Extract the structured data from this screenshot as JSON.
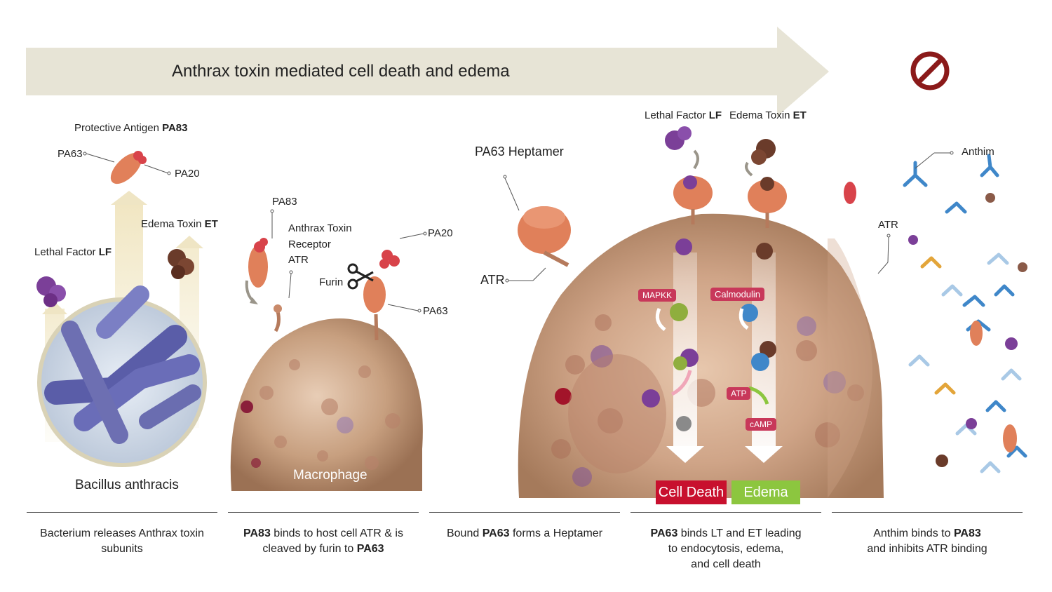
{
  "header": {
    "title": "Anthrax toxin mediated cell death and edema",
    "arrow_color": "#e7e4d6",
    "inhibit_symbol_color": "#8b1a1a"
  },
  "panel1": {
    "protective_antigen_text": "Protective Antigen ",
    "protective_antigen_bold": "PA83",
    "pa63": "PA63",
    "pa20": "PA20",
    "edema_toxin_text": "Edema Toxin ",
    "edema_toxin_bold": "ET",
    "lethal_factor_text": "Lethal Factor ",
    "lethal_factor_bold": "LF",
    "bacterium_label": "Bacillus anthracis"
  },
  "panel2": {
    "pa83": "PA83",
    "receptor_line1": "Anthrax Toxin",
    "receptor_line2": "Receptor",
    "receptor_line3": "ATR",
    "pa20": "PA20",
    "furin": "Furin",
    "pa63": "PA63",
    "cell_label": "Macrophage"
  },
  "panel3": {
    "heptamer": "PA63 Heptamer",
    "atr": "ATR"
  },
  "panel4": {
    "lethal_factor_text": "Lethal Factor ",
    "lethal_factor_bold": "LF",
    "edema_toxin_text": "Edema Toxin ",
    "edema_toxin_bold": "ET",
    "mapkk": "MAPKK",
    "calmodulin": "Calmodulin",
    "atp": "ATP",
    "camp": "cAMP",
    "cell_death": "Cell Death",
    "edema": "Edema",
    "cell_death_color": "#c8102e",
    "edema_color": "#8cc63f",
    "tag_color": "#c8385a"
  },
  "panel5": {
    "anthim": "Anthim",
    "atr": "ATR"
  },
  "captions": {
    "c1_line1": "Bacterium releases Anthrax toxin",
    "c1_line2": "subunits",
    "c2_b1": "PA83",
    "c2_t1": " binds to host cell ATR & is",
    "c2_t2": "cleaved by furin to ",
    "c2_b2": "PA63",
    "c3_t1": "Bound ",
    "c3_b1": "PA63",
    "c3_t2": " forms a Heptamer",
    "c4_b1": "PA63",
    "c4_t1": " binds LT and ET leading",
    "c4_t2": "to endocytosis, edema,",
    "c4_t3": "and cell death",
    "c5_t1": "Anthim binds to ",
    "c5_b1": "PA83",
    "c5_t2": "and inhibits ATR binding"
  }
}
